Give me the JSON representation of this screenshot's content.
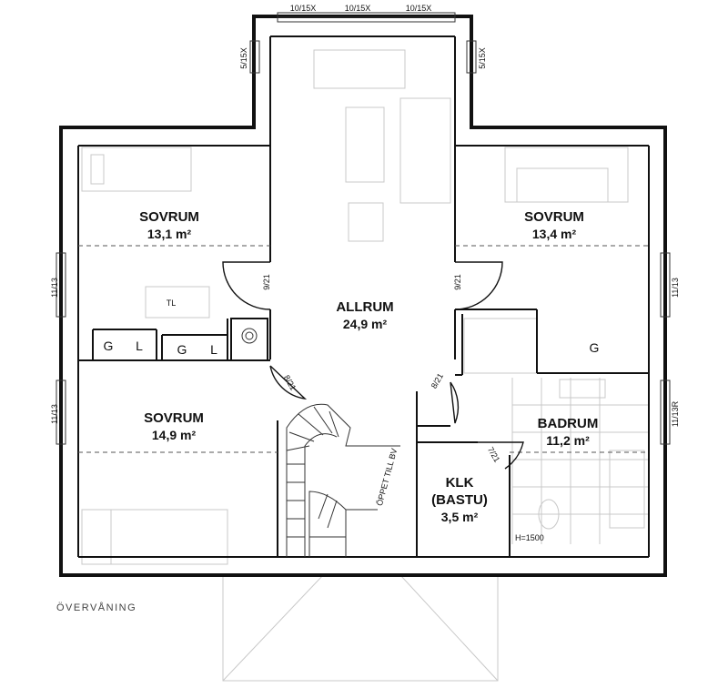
{
  "floor_label": "ÖVERVÅNING",
  "rooms": {
    "sovrum_nw": {
      "name": "SOVRUM",
      "area": "13,1 m²"
    },
    "sovrum_ne": {
      "name": "SOVRUM",
      "area": "13,4 m²"
    },
    "sovrum_sw": {
      "name": "SOVRUM",
      "area": "14,9 m²"
    },
    "allrum": {
      "name": "ALLRUM",
      "area": "24,9 m²"
    },
    "badrum": {
      "name": "BADRUM",
      "area": "11,2 m²"
    },
    "klk": {
      "name": "KLK",
      "name2": "(BASTU)",
      "area": "3,5 m²"
    }
  },
  "windows": {
    "top1": "10/15X",
    "top2": "10/15X",
    "top3": "10/15X",
    "left_top": "5/15X",
    "right_top": "5/15X",
    "west1": "11/13",
    "west2": "11/13",
    "east1": "11/13",
    "east2": "11/13R"
  },
  "doors": {
    "d_nw": "9/21",
    "d_ne": "9/21",
    "d_sw": "8/21",
    "d_se": "8/21",
    "d_klk": "7/21"
  },
  "storage": {
    "tl": "TL",
    "g1": "G",
    "l1": "L",
    "g2": "G",
    "l2": "L",
    "g_bath": "G"
  },
  "stair_label": "ÖPPET TILL BV",
  "height_label": "H=1500"
}
